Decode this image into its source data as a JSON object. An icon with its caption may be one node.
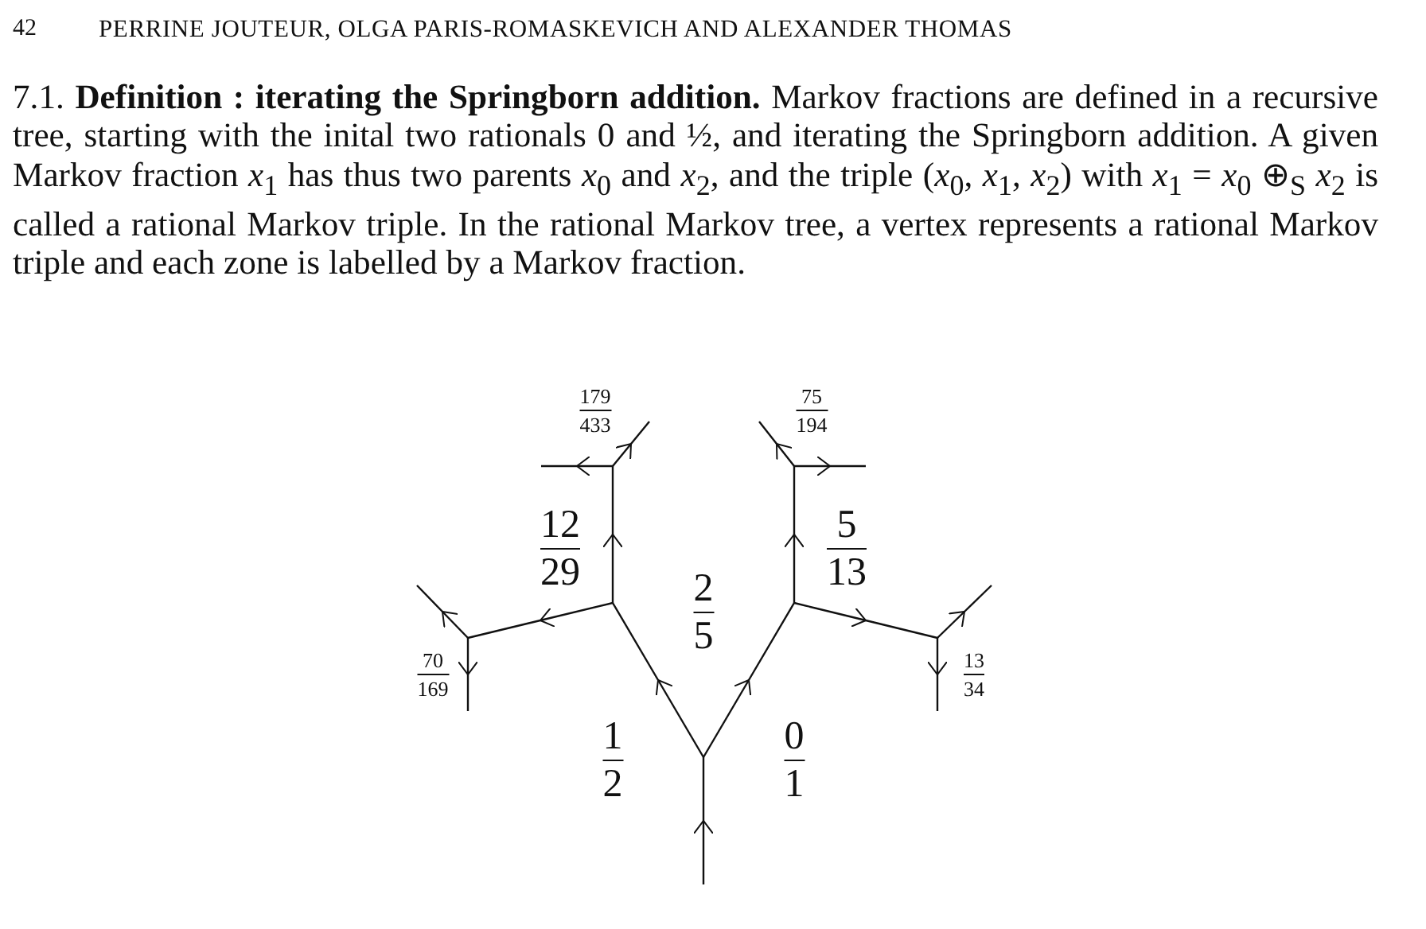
{
  "diagram": {
    "labels": [
      "42",
      "PERRINE JOUTEUR, OLGA PARIS-ROMASKEVICH AND ALEXANDER THOMAS",
      "7.1. **Definition : iterating the Springborn addition.** Markov fractions are defined in a recursive tree, starting with the inital two rationals 0 and ½, and iterating the Springborn addition. A given Markov fraction *x*$_{1}$ has thus two parents *x*$_{0}$ and *x*$_{2}$, and the triple (*x*$_{0}$, *x*$_{1}$, *x*$_{2}$) with *x*$_{1}$ = *x*$_{0}$ ⊕$_{S}$ *x*$_{2}$ is called a rational Markov triple. In the rational Markov tree, a vertex represents a rational Markov triple and each zone is labelled by a Markov fraction.",
      "179",
      "433",
      "75",
      "194",
      "12",
      "29",
      "2",
      "5",
      "5",
      "13",
      "70",
      "169",
      "13",
      "34",
      "1",
      "2",
      "0",
      "1"
    ]
  }
}
